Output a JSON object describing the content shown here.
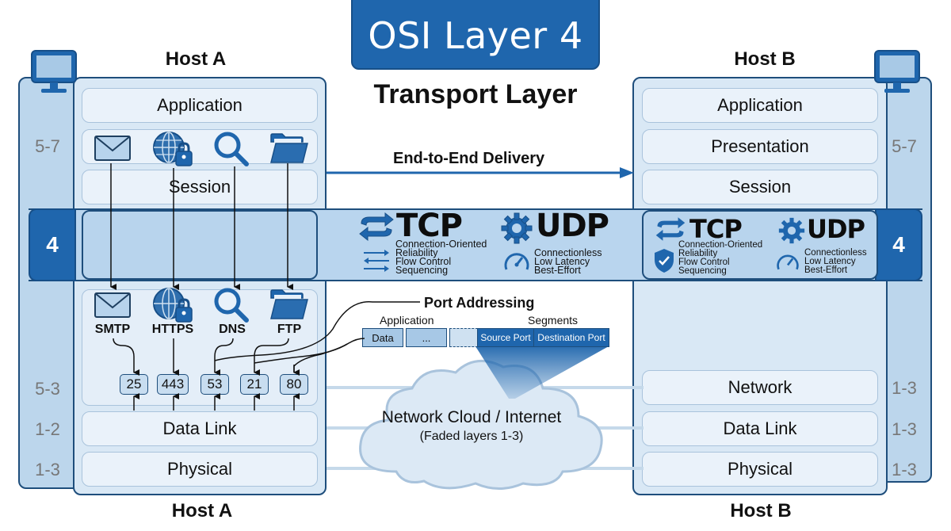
{
  "title": "OSI Layer 4",
  "subtitle": "Transport Layer",
  "delivery_label": "End-to-End Delivery",
  "host_a": {
    "top_label": "Host A",
    "bottom_label": "Host A",
    "layers": [
      "Application",
      "Session",
      "Data Link",
      "Physical"
    ],
    "side_numbers": [
      "5-7",
      "5-3",
      "1-2",
      "1-3"
    ],
    "layer4_number": "4",
    "apps": [
      {
        "icon": "envelope-icon",
        "label": "SMTP",
        "port": "25"
      },
      {
        "icon": "globe-lock-icon",
        "label": "HTTPS",
        "port": "443"
      },
      {
        "icon": "magnifier-icon",
        "label": "DNS",
        "port": "53"
      },
      {
        "icon": "folder-icon",
        "label": "FTP",
        "port": "21"
      }
    ],
    "extra_port": "80"
  },
  "host_b": {
    "top_label": "Host B",
    "bottom_label": "Host B",
    "layers": [
      "Application",
      "Presentation",
      "Session",
      "Network",
      "Data Link",
      "Physical"
    ],
    "side_numbers": [
      "5-7",
      "1-3",
      "1-3",
      "1-3"
    ],
    "layer4_number": "4"
  },
  "tcp": {
    "name": "TCP",
    "features": [
      "Connection-Oriented",
      "Reliability",
      "Flow Control",
      "Sequencing"
    ]
  },
  "udp": {
    "name": "UDP",
    "features": [
      "Connectionless",
      "Low Latency",
      "Best-Effort"
    ]
  },
  "port_addressing": {
    "title": "Port Addressing",
    "application_label": "Application",
    "segments_label": "Segments",
    "cells": [
      "Data",
      "...",
      "",
      "Source Port",
      "Destination Port"
    ]
  },
  "cloud": {
    "title": "Network Cloud / Internet",
    "subtitle": "(Faded layers 1-3)"
  },
  "colors": {
    "accent": "#1f66ad",
    "panel": "#d9e8f5",
    "layer": "#eaf2fa",
    "band": "#b9d5ee",
    "outline": "#1e4e7c"
  }
}
